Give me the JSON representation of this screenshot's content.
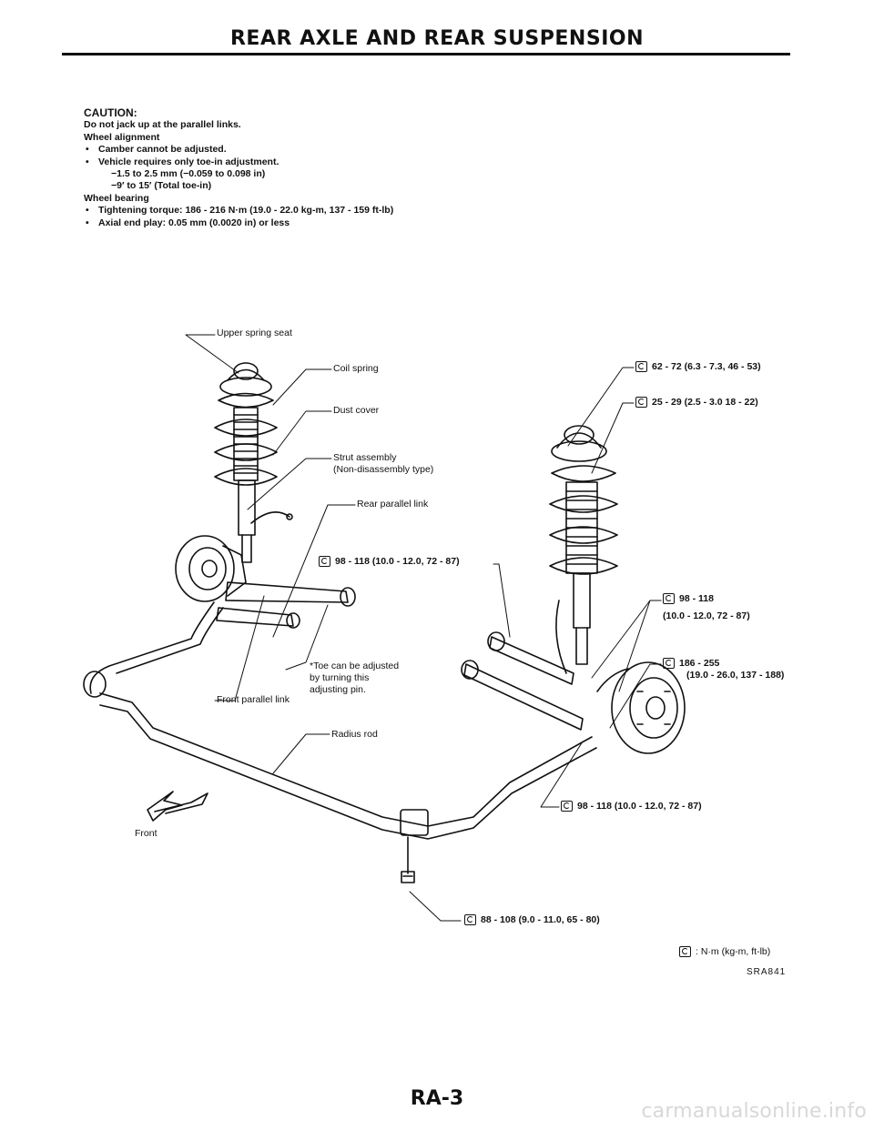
{
  "header": {
    "title": "REAR AXLE AND REAR SUSPENSION"
  },
  "notes": {
    "caution_label": "CAUTION:",
    "caution_text": "Do not jack up at the parallel links.",
    "wheel_alignment_label": "Wheel alignment",
    "camber": "Camber cannot be adjusted.",
    "toe_requirement": "Vehicle requires only toe-in adjustment.",
    "toe_mm": "−1.5 to 2.5 mm (−0.059 to 0.098 in)",
    "toe_deg": "−9′ to 15′ (Total toe-in)",
    "wheel_bearing_label": "Wheel bearing",
    "tightening_torque": "Tightening torque:  186 - 216 N·m (19.0 - 22.0 kg-m, 137 - 159 ft-lb)",
    "axial_play": "Axial end play:  0.05 mm (0.0020 in) or less"
  },
  "labels": {
    "upper_spring_seat": "Upper spring seat",
    "coil_spring": "Coil spring",
    "dust_cover": "Dust cover",
    "strut_assembly_1": "Strut assembly",
    "strut_assembly_2": "(Non-disassembly type)",
    "rear_parallel_link": "Rear parallel link",
    "torque_link_98": "98 - 118 (10.0 - 12.0, 72 - 87)",
    "toe_note_1": "*Toe can be adjusted",
    "toe_note_2": "by turning this",
    "toe_note_3": "adjusting pin.",
    "front_parallel_link": "Front parallel link",
    "radius_rod": "Radius rod",
    "front": "Front",
    "torque_62": "62 - 72 (6.3 - 7.3, 46 - 53)",
    "torque_25": "25 - 29 (2.5 - 3.0  18 - 22)",
    "torque_98b_1": "98 - 118",
    "torque_98b_2": "(10.0 - 12.0, 72 - 87)",
    "torque_186_1": "186 - 255",
    "torque_186_2": "(19.0 - 26.0, 137 - 188)",
    "torque_98c": "98 - 118 (10.0 - 12.0, 72 - 87)",
    "torque_88": "88 - 108 (9.0 - 11.0, 65 - 80)",
    "legend": ": N·m (kg-m, ft-lb)",
    "figure_code": "SRA841"
  },
  "footer": {
    "page_number": "RA-3"
  },
  "watermark": "carmanualsonline.info"
}
